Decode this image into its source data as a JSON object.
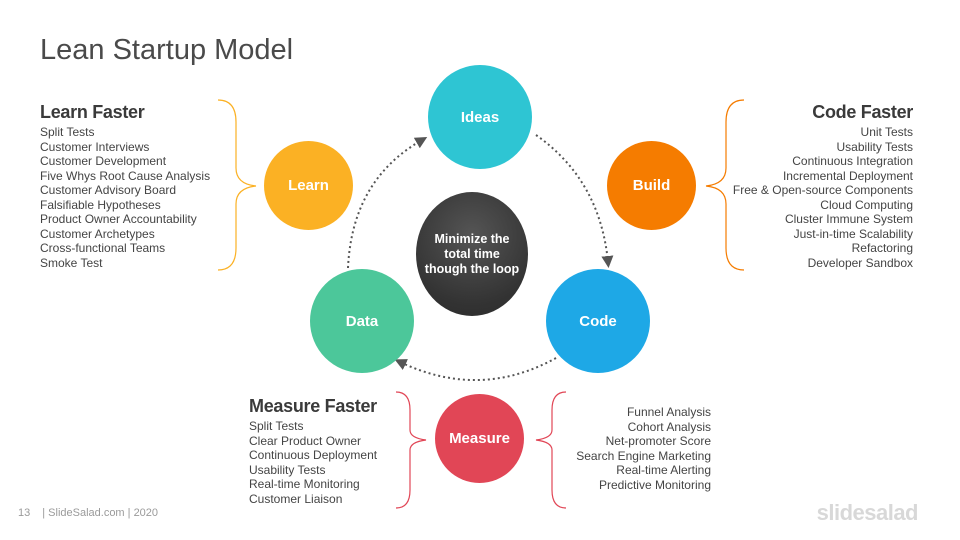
{
  "title": "Lean Startup Model",
  "center": "Minimize  the total time though the loop",
  "nodes": {
    "ideas": {
      "label": "Ideas",
      "color": "#2ec5d3"
    },
    "build": {
      "label": "Build",
      "color": "#f57c00"
    },
    "code": {
      "label": "Code",
      "color": "#1ea8e6"
    },
    "measure": {
      "label": "Measure",
      "color": "#e14656"
    },
    "data": {
      "label": "Data",
      "color": "#4cc79a"
    },
    "learn": {
      "label": "Learn",
      "color": "#fbb124"
    }
  },
  "learn_faster": {
    "heading": "Learn Faster",
    "items": [
      "Split Tests",
      "Customer Interviews",
      "Customer Development",
      "Five Whys Root Cause Analysis",
      "Customer Advisory Board",
      "Falsifiable Hypotheses",
      "Product Owner Accountability",
      "Customer Archetypes",
      "Cross-functional Teams",
      "Smoke Test"
    ]
  },
  "code_faster": {
    "heading": "Code Faster",
    "items": [
      "Unit Tests",
      "Usability Tests",
      "Continuous Integration",
      "Incremental Deployment",
      "Free & Open-source Components",
      "Cloud Computing",
      "Cluster Immune  System",
      "Just-in-time Scalability",
      "Refactoring",
      "Developer Sandbox"
    ]
  },
  "measure_faster": {
    "heading": "Measure Faster",
    "items": [
      "Split Tests",
      "Clear Product Owner",
      "Continuous Deployment",
      "Usability Tests",
      "Real-time Monitoring",
      "Customer Liaison"
    ]
  },
  "measure_right": {
    "items": [
      "Funnel Analysis",
      "Cohort Analysis",
      "Net-promoter Score",
      "Search Engine Marketing",
      "Real-time Alerting",
      "Predictive Monitoring"
    ]
  },
  "footer": {
    "page": "13",
    "text": "| SlideSalad.com | 2020"
  },
  "brand": "slidesalad",
  "colors": {
    "learn_bracket": "#fbb124",
    "code_bracket": "#f57c00",
    "measure_bracket": "#e14656",
    "arrow": "#555555"
  }
}
